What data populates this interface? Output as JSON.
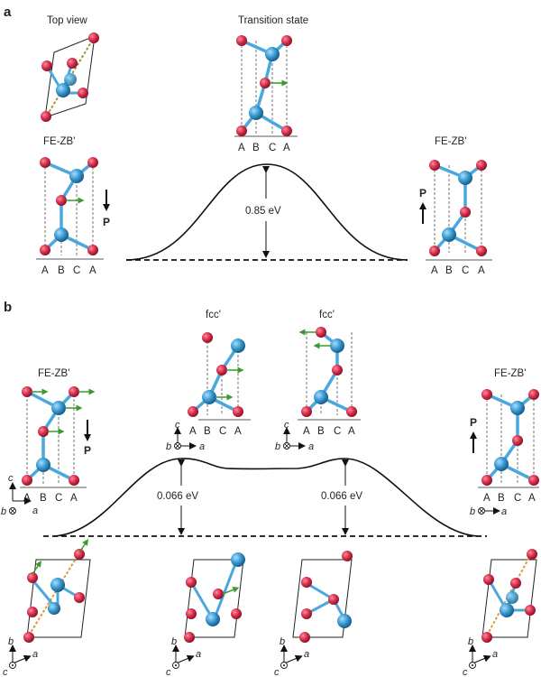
{
  "panels": {
    "a": {
      "letter": "a",
      "top_view_label": "Top view",
      "transition_label": "Transition state",
      "left_structure_label": "FE-ZB'",
      "right_structure_label": "FE-ZB'",
      "barrier_label": "0.85 eV",
      "polarization_label": "P",
      "stacking_labels": [
        "A",
        "B",
        "C",
        "A"
      ]
    },
    "b": {
      "letter": "b",
      "left_structure_label": "FE-ZB'",
      "right_structure_label": "FE-ZB'",
      "intermediate_label_1": "fcc'",
      "intermediate_label_2": "fcc'",
      "barrier_label_1": "0.066 eV",
      "barrier_label_2": "0.066 eV",
      "polarization_label": "P",
      "stacking_labels": [
        "A",
        "B",
        "C",
        "A"
      ],
      "axis_labels": {
        "a": "a",
        "b": "b",
        "c": "c"
      }
    }
  },
  "colors": {
    "red_atom": "#d8304c",
    "blue_atom": "#3a9bd0",
    "displacement_arrow": "#3c9a2c",
    "curve": "#111111"
  }
}
